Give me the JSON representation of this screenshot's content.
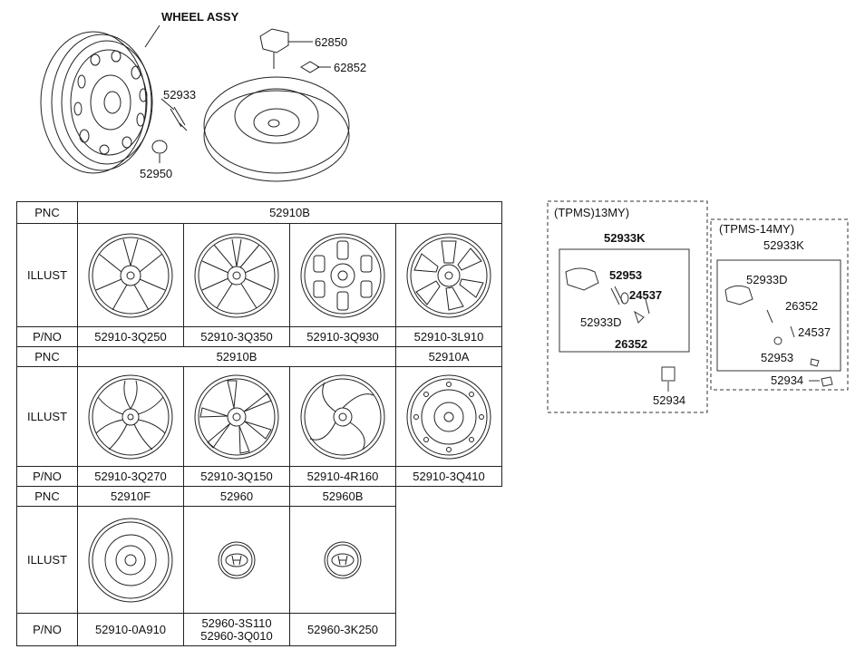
{
  "assembly": {
    "title": "WHEEL ASSY",
    "parts": [
      "62850",
      "62852",
      "52933",
      "52950"
    ]
  },
  "table": {
    "h_pnc": "PNC",
    "h_illust": "ILLUST",
    "h_pno": "P/NO",
    "group1": {
      "pnc": "52910B",
      "pnos": [
        "52910-3Q250",
        "52910-3Q350",
        "52910-3Q930",
        "52910-3L910"
      ]
    },
    "group2": {
      "pnc_a": "52910B",
      "pnc_b": "52910A",
      "pnos": [
        "52910-3Q270",
        "52910-3Q150",
        "52910-4R160",
        "52910-3Q410"
      ]
    },
    "group3": {
      "pncs": [
        "52910F",
        "52960",
        "52960B"
      ],
      "pnos": [
        "52910-0A910",
        "52960-3S110",
        "52960-3Q010",
        "52960-3K250"
      ]
    }
  },
  "tpms13": {
    "title": "(TPMS)13MY)",
    "assy": "52933K",
    "parts": [
      "52953",
      "24537",
      "52933D",
      "26352"
    ],
    "cap": "52934"
  },
  "tpms14": {
    "title": "(TPMS-14MY)",
    "assy": "52933K",
    "parts": [
      "52933D",
      "26352",
      "24537",
      "52953"
    ],
    "cap": "52934"
  }
}
